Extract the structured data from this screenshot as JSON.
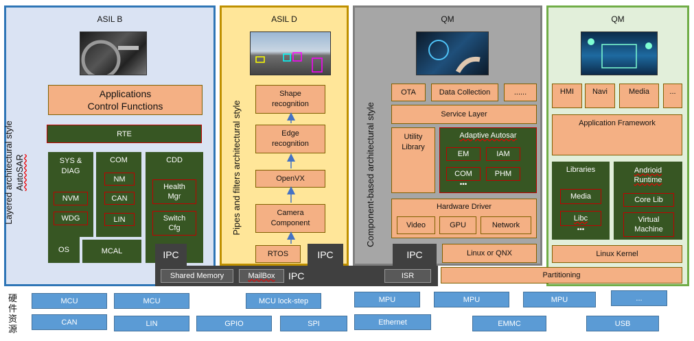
{
  "panels": {
    "asilb": {
      "title": "ASIL B",
      "side": "Layered architectural style",
      "side2": "AutoSAR",
      "app": "Applications\nControl Functions",
      "rte": "RTE",
      "sys": "SYS &\nDIAG",
      "nvm": "NVM",
      "wdg": "WDG",
      "com": "COM",
      "nm": "NM",
      "can": "CAN",
      "lin": "LIN",
      "cdd": "CDD",
      "health": "Health\nMgr",
      "switch": "Switch\nCfg",
      "os": "OS",
      "mcal": "MCAL"
    },
    "asild": {
      "title": "ASIL D",
      "side": "Pipes and filters architectural style",
      "shape": "Shape\nrecognition",
      "edge": "Edge\nrecognition",
      "openvx": "OpenVX",
      "camera": "Camera\nComponent",
      "rtos": "RTOS"
    },
    "qm1": {
      "title": "QM",
      "side": "Component-based architectural style",
      "ota": "OTA",
      "datacoll": "Data Collection",
      "dots": "......",
      "service": "Service Layer",
      "utility": "Utility\nLibrary",
      "adaptive": "Adaptive Autosar",
      "em": "EM",
      "iam": "IAM",
      "com": "COM",
      "phm": "PHM",
      "more": "•••",
      "hwdriver": "Hardware Driver",
      "video": "Video",
      "gpu": "GPU",
      "network": "Network",
      "linux": "Linux or QNX"
    },
    "qm2": {
      "title": "QM",
      "hmi": "HMI",
      "navi": "Navi",
      "media": "Media",
      "dots": "...",
      "appfw": "Application Framework",
      "libraries": "Libraries",
      "libmedia": "Media",
      "libc": "Libc",
      "more": "•••",
      "android": "Andrioid\nRuntime",
      "corelib": "Core Lib",
      "vm": "Virtual\nMachine",
      "kernel": "Linux Kernel"
    }
  },
  "ipc": {
    "box1": "IPC",
    "box2": "IPC",
    "box3": "IPC",
    "shared": "Shared Memory",
    "mailbox": "MailBox",
    "label": "IPC",
    "isr": "ISR",
    "partitioning": "Partitioning"
  },
  "hardware": {
    "label": "硬件资源",
    "row1": [
      "MCU",
      "MCU",
      "MCU lock-step",
      "MPU",
      "MPU",
      "MPU",
      "..."
    ],
    "row2": [
      "CAN",
      "LIN",
      "GPIO",
      "SPI",
      "Ethernet",
      "EMMC",
      "USB"
    ]
  },
  "colors": {
    "asilb_border": "#2e75b6",
    "asilb_bg": "#dae3f3",
    "asild_border": "#bf9000",
    "asild_bg": "#ffe699",
    "qm1_border": "#7f7f7f",
    "qm1_bg": "#a6a6a6",
    "qm2_border": "#70ad47",
    "qm2_bg": "#e2efda",
    "salmon": "#f4b084",
    "darkgreen": "#375623",
    "hwblue": "#5b9bd5"
  }
}
